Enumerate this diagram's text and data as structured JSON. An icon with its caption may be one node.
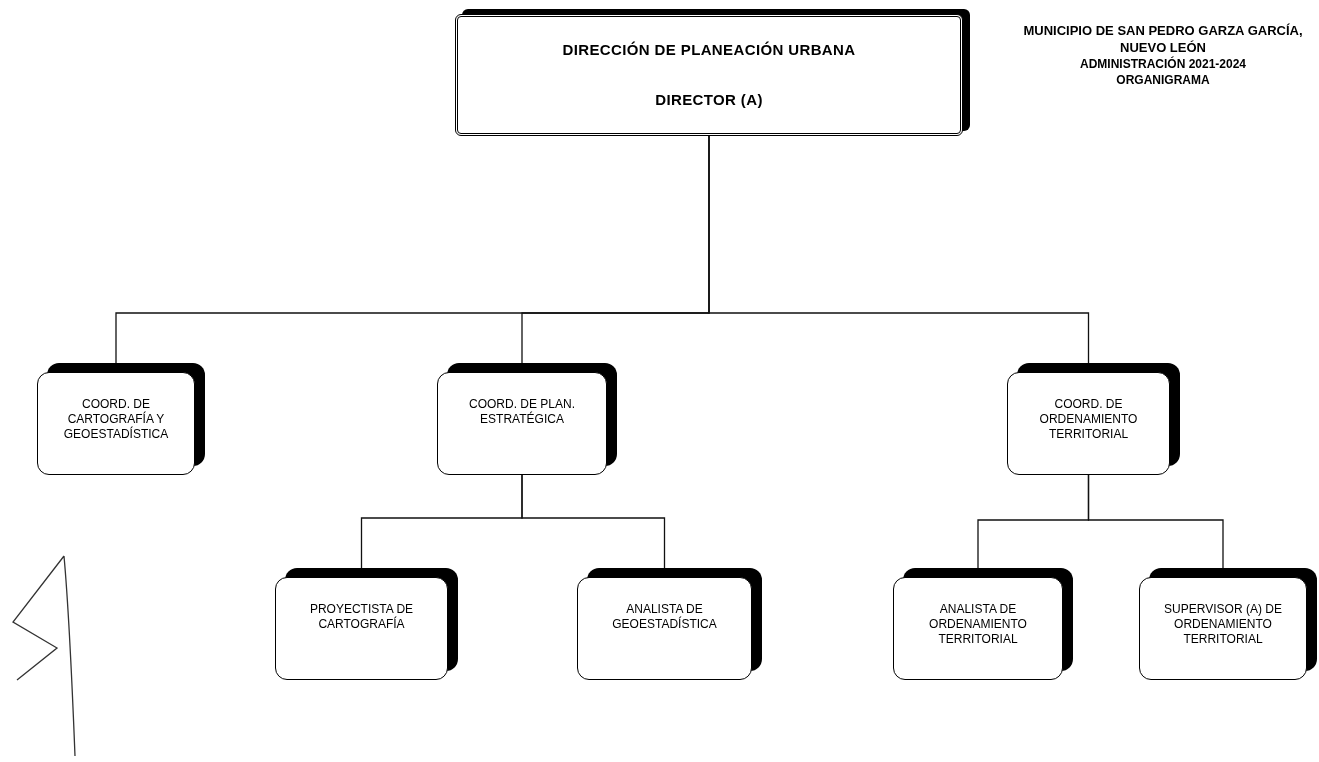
{
  "diagram": {
    "title": "MUNICIPIO DE SAN PEDRO GARZA GARCÍA, NUEVO LEÓN",
    "nodes": [
      {
        "text": [
          "DIRECCIÓN DE PLANEACIÓN URBANA",
          "DIRECTOR (A)"
        ]
      },
      {
        "text": [
          "COORD. DE CARTOGRAFÍA Y GEOESTADÍSTICA"
        ]
      },
      {
        "text": [
          "COORD. DE PLAN. ESTRATÉGICA"
        ]
      },
      {
        "text": [
          "COORD. DE ORDENAMIENTO TERRITORIAL"
        ]
      },
      {
        "text": [
          "PROYECTISTA DE CARTOGRAFÍA"
        ]
      },
      {
        "text": [
          "ANALISTA DE GEOESTADÍSTICA"
        ]
      },
      {
        "text": [
          "ANALISTA DE ORDENAMIENTO TERRITORIAL"
        ]
      },
      {
        "text": [
          "SUPERVISOR (A) DE ORDENAMIENTO TERRITORIAL"
        ]
      }
    ],
    "edges": [
      {
        "from": 0,
        "to": 1,
        "arrow": "none"
      },
      {
        "from": 0,
        "to": 2,
        "arrow": "none"
      },
      {
        "from": 0,
        "to": 3,
        "arrow": "none"
      },
      {
        "from": 2,
        "to": 4,
        "arrow": "none"
      },
      {
        "from": 2,
        "to": 5,
        "arrow": "none"
      },
      {
        "from": 3,
        "to": 6,
        "arrow": "none"
      },
      {
        "from": 3,
        "to": 7,
        "arrow": "none"
      }
    ],
    "labels": [
      "ADMINISTRACIÓN 2021-2024",
      "ORGANIGRAMA"
    ]
  }
}
